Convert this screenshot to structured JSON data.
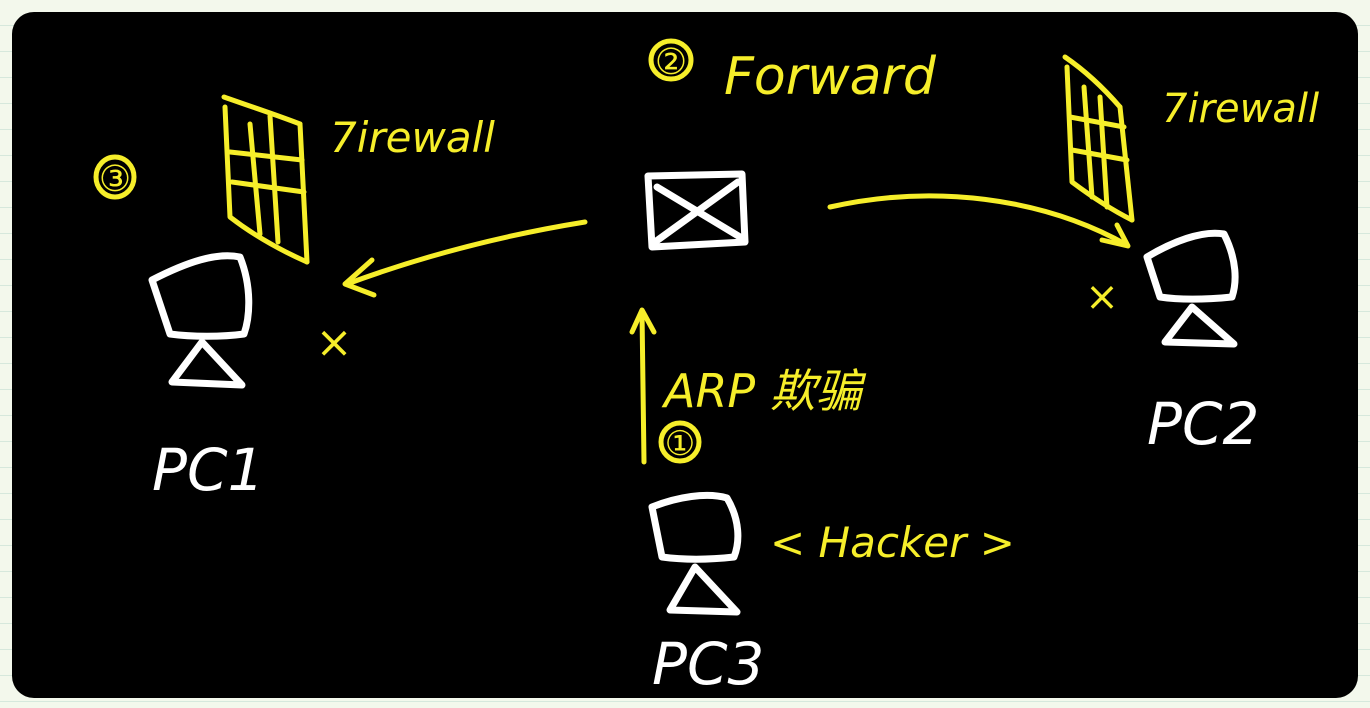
{
  "colors": {
    "board": "#000000",
    "ink_yellow": "#f6ee2a",
    "ink_white": "#ffffff",
    "paper": "#f3f8ec"
  },
  "labels": {
    "step1": "①",
    "step2": "②",
    "step3": "③",
    "forward": "Forward",
    "firewall_left": "7irewall",
    "firewall_right": "7irewall",
    "arp": "ARP 欺骗",
    "hacker": "< Hacker >",
    "pc1": "PC1",
    "pc2": "PC2",
    "pc3": "PC3",
    "x_left": "×",
    "x_right": "×"
  },
  "icons": {
    "switch": "switch-icon",
    "firewall": "firewall-icon",
    "computer": "computer-icon"
  }
}
